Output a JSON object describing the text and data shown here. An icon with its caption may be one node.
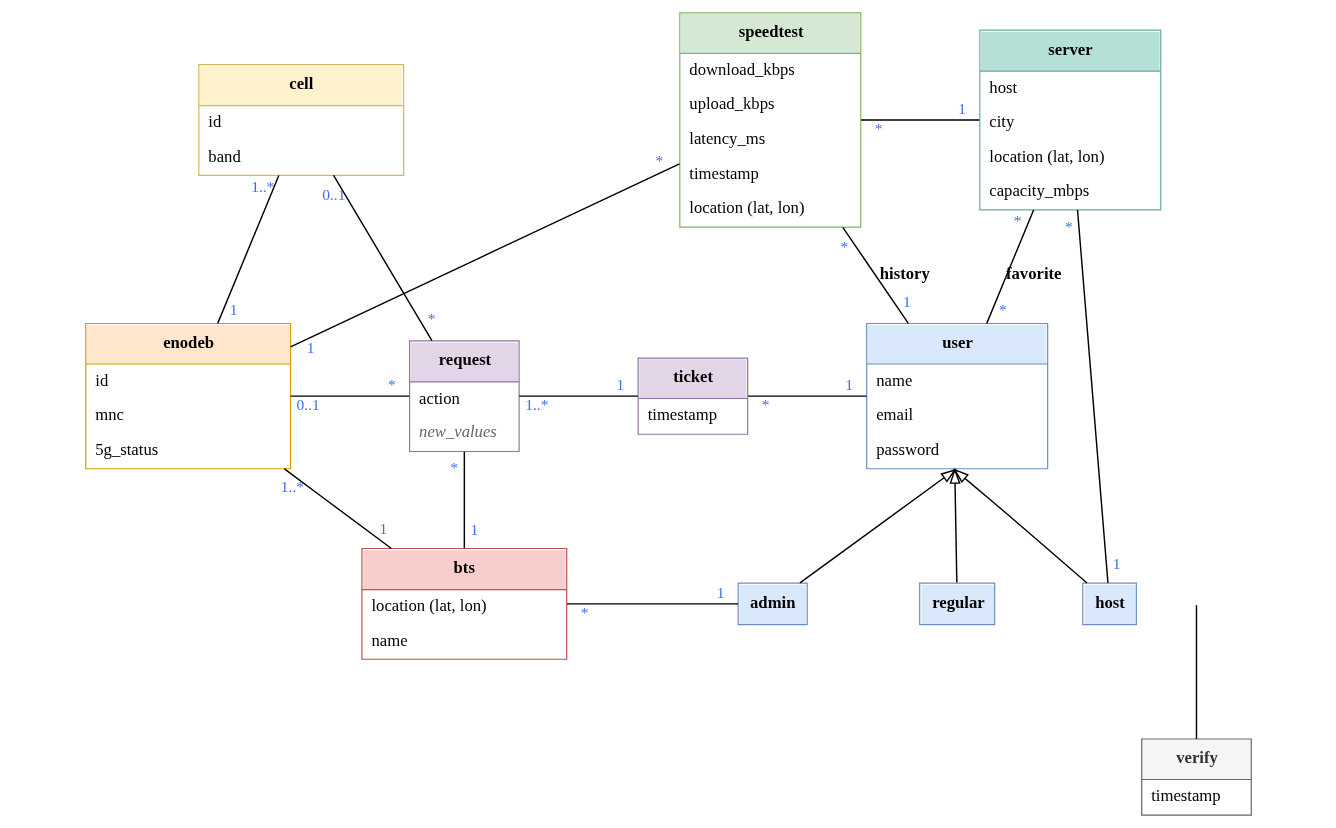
{
  "diagram": {
    "nodes": [
      {
        "text": [
          "speedtest",
          "download_kbps",
          "upload_kbps",
          "latency_ms",
          "timestamp",
          "location (lat, lon)"
        ]
      },
      {
        "text": [
          "server",
          "host",
          "city",
          "location (lat, lon)",
          "capacity_mbps"
        ]
      },
      {
        "text": [
          "cell",
          "id",
          "band"
        ]
      },
      {
        "text": [
          "enodeb",
          "id",
          "mnc",
          "5g_status"
        ]
      },
      {
        "text": [
          "request",
          "action",
          "new_values"
        ]
      },
      {
        "text": [
          "user",
          "name",
          "email",
          "password"
        ]
      },
      {
        "text": [
          "ticket",
          "timestamp"
        ]
      },
      {
        "text": [
          "bts",
          "location (lat, lon)",
          "name"
        ]
      },
      {
        "text": [
          "admin"
        ]
      },
      {
        "text": [
          "regular"
        ]
      },
      {
        "text": [
          "host"
        ]
      },
      {
        "text": [
          "verify",
          "timestamp"
        ]
      }
    ],
    "edges": [
      {
        "from": 3,
        "to": 0,
        "arrow": "none"
      },
      {
        "from": 4,
        "to": 2,
        "arrow": "none"
      },
      {
        "from": 3,
        "to": 2,
        "arrow": "none"
      },
      {
        "from": 3,
        "to": 4,
        "arrow": "none"
      },
      {
        "from": 7,
        "to": 3,
        "arrow": "none"
      },
      {
        "from": 7,
        "to": 4,
        "arrow": "none"
      },
      {
        "from": 4,
        "to": 6,
        "arrow": "none"
      },
      {
        "from": 0,
        "to": 1,
        "arrow": "none"
      },
      {
        "from": 5,
        "to": 0,
        "arrow": "none",
        "label": "history"
      },
      {
        "from": 6,
        "to": 5,
        "arrow": "none"
      },
      {
        "from": 5,
        "to": 1,
        "arrow": "none",
        "label": "favorite"
      },
      {
        "from": 10,
        "to": 1,
        "arrow": "none"
      },
      {
        "from": 8,
        "to": 5,
        "arrow": "to"
      },
      {
        "from": 9,
        "to": 5,
        "arrow": "to"
      },
      {
        "from": 10,
        "to": 5,
        "arrow": "to"
      },
      {
        "from": 7,
        "to": 8,
        "arrow": "none"
      },
      {
        "from": 11,
        "to": null,
        "arrow": "none"
      }
    ],
    "labels": [
      "*",
      "*",
      "1",
      "0..1",
      "1..*",
      "*",
      "*",
      "1",
      "*",
      "*",
      "1",
      "0..1",
      "*",
      "1..*",
      "1",
      "*",
      "1",
      "*",
      "1",
      "*",
      "1..*",
      "1",
      "1",
      "*",
      "1",
      "1"
    ]
  }
}
